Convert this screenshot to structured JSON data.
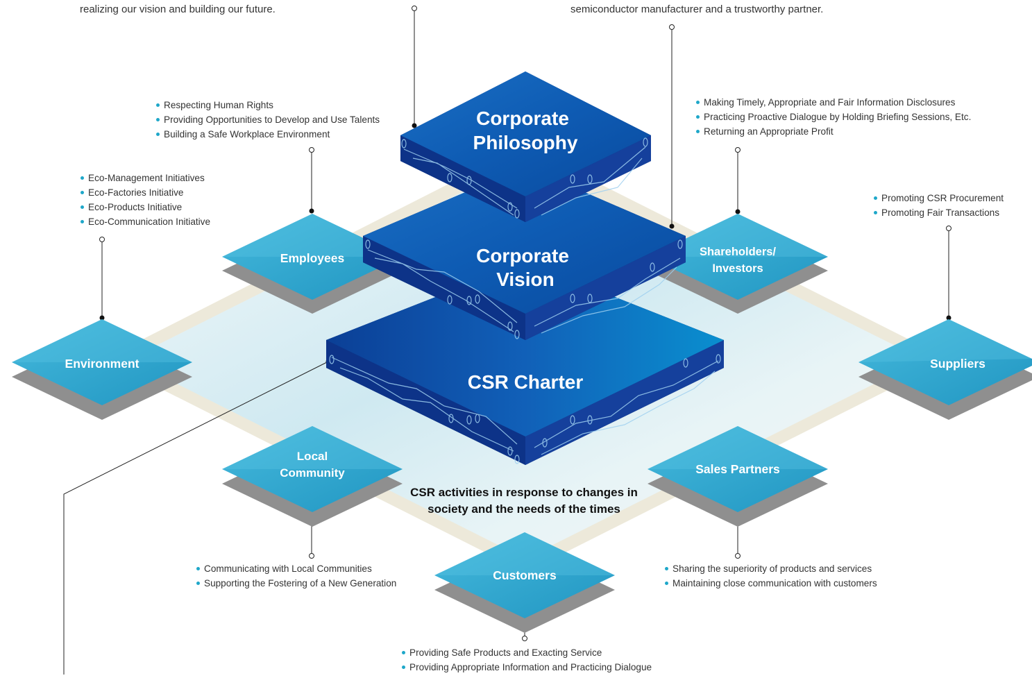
{
  "top_texts": {
    "left": "realizing our vision and building our future.",
    "right": "semiconductor manufacturer and a trustworthy partner."
  },
  "tiers": {
    "philosophy": [
      "Corporate",
      "Philosophy"
    ],
    "vision": [
      "Corporate",
      "Vision"
    ],
    "charter": "CSR Charter"
  },
  "stakeholders": {
    "employees": [
      "Employees"
    ],
    "shareholders": [
      "Shareholders/",
      "Investors"
    ],
    "environment": [
      "Environment"
    ],
    "suppliers": [
      "Suppliers"
    ],
    "local_community": [
      "Local",
      "Community"
    ],
    "sales_partners": [
      "Sales Partners"
    ],
    "customers": [
      "Customers"
    ]
  },
  "initiatives": {
    "employees": [
      "Respecting Human Rights",
      "Providing Opportunities to Develop and Use Talents",
      "Building a Safe Workplace Environment"
    ],
    "shareholders": [
      "Making Timely, Appropriate and Fair Information Disclosures",
      "Practicing Proactive Dialogue by Holding Briefing Sessions, Etc.",
      "Returning an Appropriate Profit"
    ],
    "environment": [
      "Eco-Management Initiatives",
      "Eco-Factories Initiative",
      "Eco-Products Initiative",
      "Eco-Communication Initiative"
    ],
    "suppliers": [
      "Promoting CSR Procurement",
      "Promoting Fair Transactions"
    ],
    "local_community": [
      "Communicating with Local Communities",
      "Supporting the Fostering of a New Generation"
    ],
    "sales_partners": [
      "Sharing the superiority of products and services",
      "Maintaining close communication with customers"
    ],
    "customers": [
      "Providing Safe Products and Exacting Service",
      "Providing Appropriate Information and Practicing Dialogue"
    ]
  },
  "center_note": [
    "CSR activities in response to changes in",
    "society and the needs of the times"
  ],
  "colors": {
    "tier_top": "#0f5fb5",
    "tier_side_left": "#0c2f86",
    "tier_side_right": "#163d98",
    "tile_fill": "#2fa8cf",
    "tile_shadow": "#8d8d8d",
    "platform": "#eaf5f8",
    "bullet": "#1ea7c9"
  }
}
